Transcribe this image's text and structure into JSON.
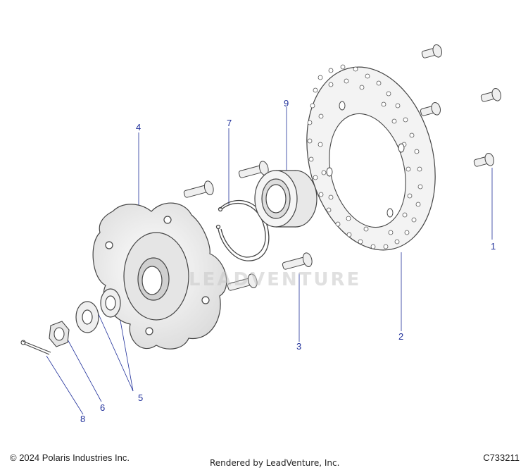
{
  "callouts": [
    "1",
    "2",
    "3",
    "4",
    "5",
    "6",
    "7",
    "8",
    "9"
  ],
  "watermark": "LEADVENTURE",
  "footer": {
    "copyright": "© 2024 Polaris Industries Inc.",
    "rendered_by": "Rendered by LeadVenture, Inc.",
    "figure_id": "C733211"
  },
  "colors": {
    "callout": "#1f2f9a",
    "part_fill": "#f0f0f0",
    "part_stroke": "#555555"
  }
}
